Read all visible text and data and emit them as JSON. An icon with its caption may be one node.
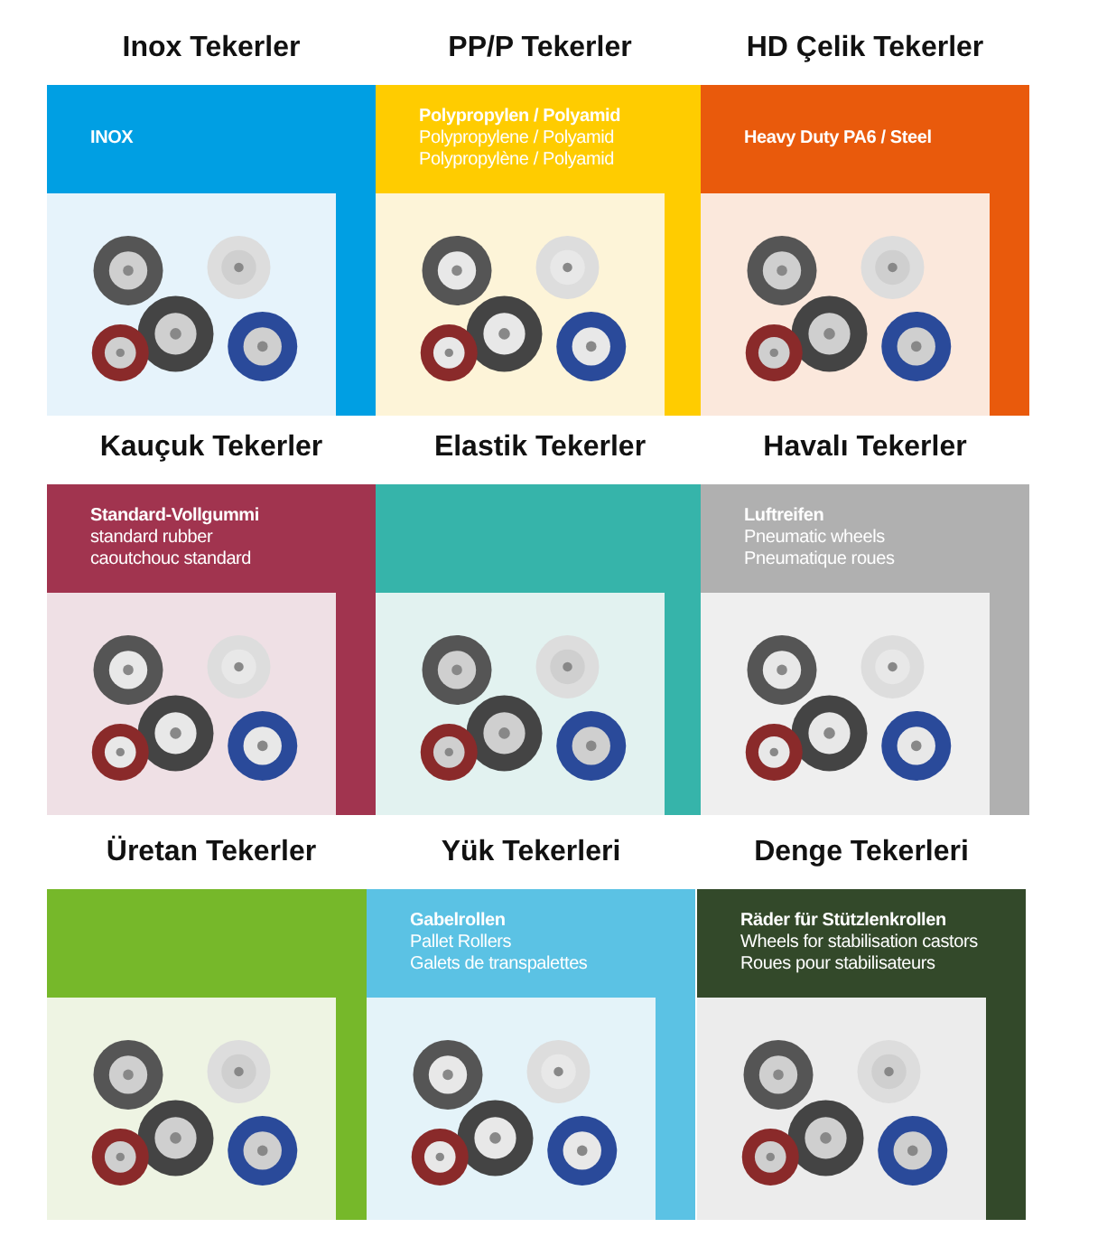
{
  "diagram": {
    "nodes": [
      {
        "text": [
          "Inox Tekerler",
          "INOX"
        ]
      },
      {
        "text": [
          "PP/P Tekerler",
          "Polypropylen / Polyamid",
          "Polypropylene / Polyamid",
          "Polypropylène / Polyamid"
        ]
      },
      {
        "text": [
          "HD Çelik Tekerler",
          "Heavy Duty PA6 / Steel"
        ]
      },
      {
        "text": [
          "Kauçuk Tekerler",
          "Standard-Vollgummi",
          "standard rubber",
          "caoutchouc standard"
        ]
      },
      {
        "text": [
          "Elastik Tekerler"
        ]
      },
      {
        "text": [
          "Havalı Tekerler",
          "Luftreifen",
          "Pneumatic wheels",
          "Pneumatique roues"
        ]
      },
      {
        "text": [
          "Üretan Tekerler"
        ]
      },
      {
        "text": [
          "Yük Tekerleri",
          "Gabelrollen",
          "Pallet Rollers",
          "Galets de transpalettes"
        ]
      },
      {
        "text": [
          "Denge Tekerleri",
          "Räder für Stützlenkrollen",
          "Wheels for stabilisation castors",
          "Roues pour stabilisateurs"
        ]
      }
    ]
  }
}
